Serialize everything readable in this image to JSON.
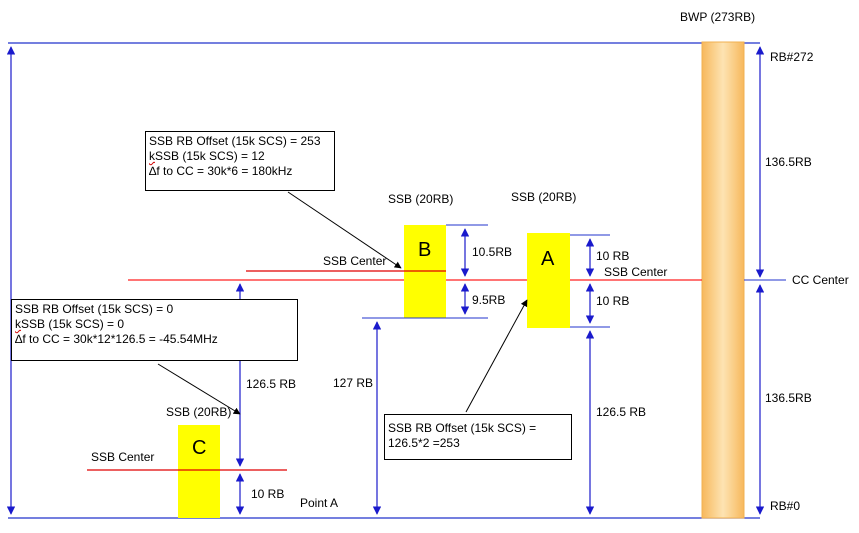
{
  "colors": {
    "frame": "#2233cc",
    "arrow": "#1a1acc",
    "cc_line": "#ff2020",
    "ssb_center_line": "#e00000",
    "ssb_fill": "#ffff00",
    "bwp_fill": "#fcd18a",
    "bwp_edge": "#f0b050"
  },
  "bwp": {
    "label": "BWP (273RB)",
    "top_rb_label": "RB#272",
    "bottom_rb_label": "RB#0",
    "upper_half_label": "136.5RB",
    "lower_half_label": "136.5RB",
    "cc_center_label": "CC Center"
  },
  "point_a_label": "Point A",
  "ssb_blocks": {
    "A": {
      "letter": "A",
      "title": "SSB (20RB)",
      "center_label": "SSB Center",
      "above_label": "10 RB",
      "below_label": "10 RB",
      "to_point_a_label": "126.5 RB",
      "note": {
        "lines": [
          "SSB RB Offset (15k SCS) =",
          "126.5*2 =253"
        ]
      }
    },
    "B": {
      "letter": "B",
      "title": "SSB (20RB)",
      "center_label": "SSB Center",
      "above_label": "10.5RB",
      "below_label": "9.5RB",
      "to_point_a_label": "127 RB",
      "note": {
        "line1": "SSB RB Offset (15k SCS) = 253",
        "line2_k": "k",
        "line2_ssb": "SSB",
        "line2_rest": " (15k SCS) = 12",
        "line3": " ∆f to CC = 30k*6 = 180kHz"
      }
    },
    "C": {
      "letter": "C",
      "title": "SSB (20RB)",
      "center_label": "SSB Center",
      "above_label": "126.5 RB",
      "below_label": "10 RB",
      "note": {
        "line1": "SSB RB Offset (15k SCS) = 0",
        "line2_k": "k",
        "line2_ssb": "SSB",
        "line2_rest": " (15k SCS) = 0",
        "line3": "∆f to CC = 30k*12*126.5 = -45.54MHz"
      }
    }
  }
}
